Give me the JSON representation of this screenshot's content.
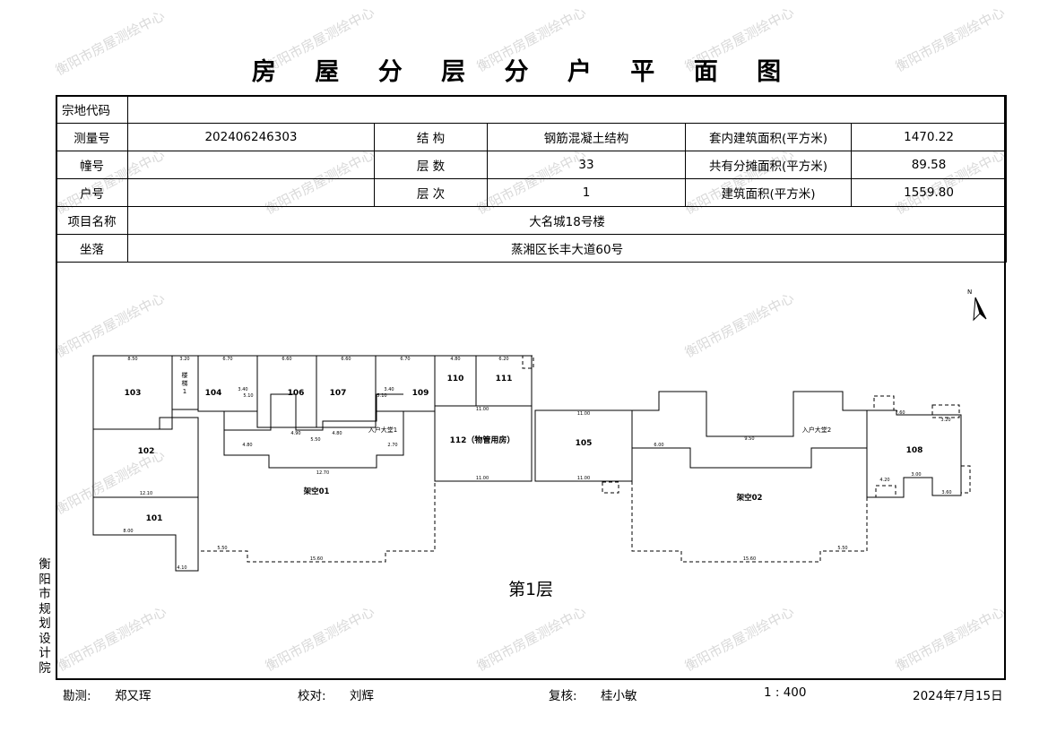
{
  "title": "房 屋 分 层 分 户 平 面 图",
  "info": {
    "parcel_code_label": "宗地代码",
    "parcel_code": "",
    "survey_no_label": "测量号",
    "survey_no": "202406246303",
    "structure_label": "结 构",
    "structure": "钢筋混凝土结构",
    "inner_area_label": "套内建筑面积(平方米)",
    "inner_area": "1470.22",
    "building_no_label": "幢号",
    "building_no": "",
    "floors_label": "层 数",
    "floors": "33",
    "shared_area_label": "共有分摊面积(平方米)",
    "shared_area": "89.58",
    "unit_no_label": "户号",
    "unit_no": "",
    "floor_level_label": "层 次",
    "floor_level": "1",
    "build_area_label": "建筑面积(平方米)",
    "build_area": "1559.80",
    "project_name_label": "项目名称",
    "project_name": "大名城18号楼",
    "location_label": "坐落",
    "location": "蒸湘区长丰大道60号"
  },
  "plan": {
    "north_label": "N",
    "floor_label": "第1层",
    "rooms": {
      "r103": "103",
      "r104": "104",
      "r106": "106",
      "r107": "107",
      "r109": "109",
      "r110": "110",
      "r111": "111",
      "r102": "102",
      "r101": "101",
      "r112": "112（物管用房）",
      "r105": "105",
      "r108": "108"
    },
    "stair": [
      "楼",
      "梯",
      "1"
    ],
    "lobby1": "入户大堂1",
    "lobby2": "入户大堂2",
    "void1": "架空01",
    "void2": "架空02",
    "dims": [
      "8.50",
      "3.20",
      "6.70",
      "6.60",
      "6.60",
      "6.70",
      "4.80",
      "6.20",
      "3.40",
      "3.40",
      "5.10",
      "5.10",
      "4.90",
      "5.50",
      "4.80",
      "12.70",
      "11.00",
      "11.00",
      "11.00",
      "11.00",
      "12.10",
      "8.00",
      "4.10",
      "15.60",
      "15.60",
      "5.50",
      "5.50",
      "9.50",
      "7.60",
      "3.20",
      "3.00",
      "3.60",
      "4.20",
      "6.00",
      "4.80",
      "2.70"
    ]
  },
  "side_org": [
    "衡",
    "阳",
    "市",
    "规",
    "划",
    "设",
    "计",
    "院"
  ],
  "footer": {
    "surveyor_label": "勘测:",
    "surveyor": "郑又珲",
    "checker_label": "校对:",
    "checker": "刘辉",
    "reviewer_label": "复核:",
    "reviewer": "桂小敏",
    "scale": "1 : 400",
    "date": "2024年7月15日"
  },
  "watermark": "衡阳市房屋测绘中心"
}
